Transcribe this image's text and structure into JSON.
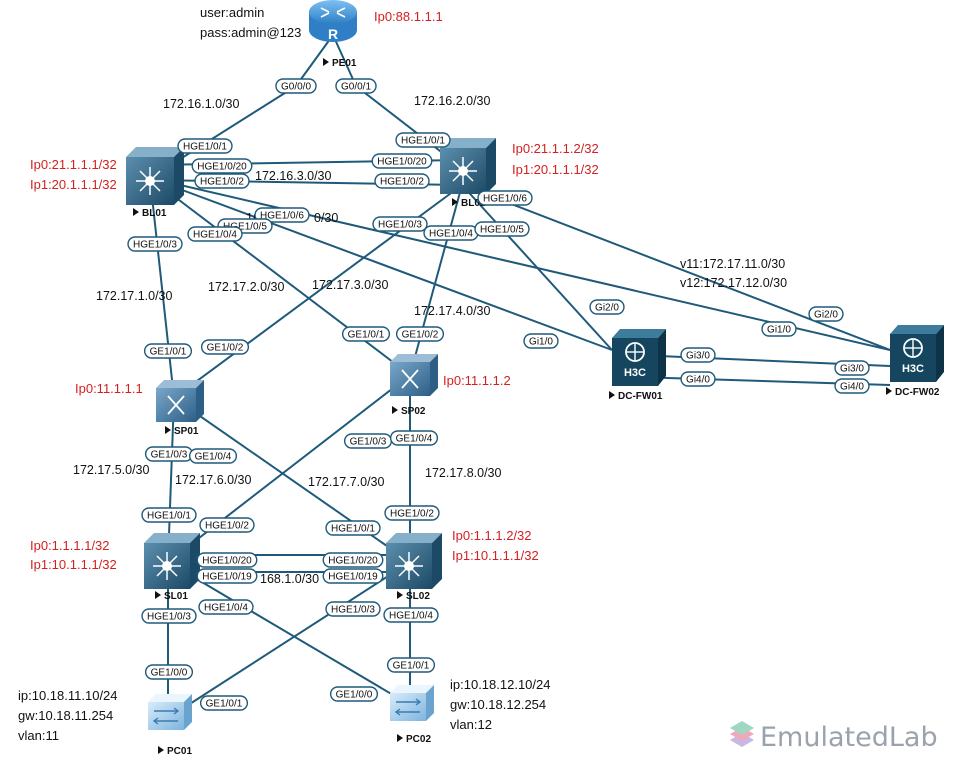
{
  "nodes": [
    {
      "id": "PE01",
      "label": "PE01",
      "type": "router",
      "icon": "router-icon"
    },
    {
      "id": "BL01",
      "label": "BL01",
      "type": "l3switch",
      "icon": "l3-switch-icon"
    },
    {
      "id": "BL02",
      "label": "BL02",
      "type": "l3switch",
      "icon": "l3-switch-icon"
    },
    {
      "id": "SP01",
      "label": "SP01",
      "type": "router2",
      "icon": "router-icon"
    },
    {
      "id": "SP02",
      "label": "SP02",
      "type": "router2",
      "icon": "router-icon"
    },
    {
      "id": "SL01",
      "label": "SL01",
      "type": "l3switch",
      "icon": "l3-switch-icon"
    },
    {
      "id": "SL02",
      "label": "SL02",
      "type": "l3switch",
      "icon": "l3-switch-icon"
    },
    {
      "id": "PC01",
      "label": "PC01",
      "type": "pcswitch",
      "icon": "switch-icon"
    },
    {
      "id": "PC02",
      "label": "PC02",
      "type": "pcswitch",
      "icon": "switch-icon"
    },
    {
      "id": "DCFW01",
      "label": "DC-FW01",
      "type": "firewall",
      "icon": "firewall-icon",
      "brand": "H3C"
    },
    {
      "id": "DCFW02",
      "label": "DC-FW02",
      "type": "firewall",
      "icon": "firewall-icon",
      "brand": "H3C"
    }
  ],
  "ports": [
    "G0/0/0",
    "G0/0/1",
    "HGE1/0/1",
    "HGE1/0/1",
    "HGE1/0/20",
    "HGE1/0/2",
    "HGE1/0/20",
    "HGE1/0/2",
    "HGE1/0/6",
    "HGE1/0/6",
    "HGE1/0/5",
    "HGE1/0/4",
    "HGE1/0/3",
    "HGE1/0/3",
    "HGE1/0/4",
    "HGE1/0/5",
    "GE1/0/1",
    "GE1/0/2",
    "GE1/0/1",
    "GE1/0/2",
    "Gi2/0",
    "Gi1/0",
    "Gi1/0",
    "Gi2/0",
    "Gi3/0",
    "Gi4/0",
    "Gi3/0",
    "Gi4/0",
    "GE1/0/3",
    "GE1/0/4",
    "GE1/0/3",
    "GE1/0/4",
    "HGE1/0/1",
    "HGE1/0/2",
    "HGE1/0/1",
    "HGE1/0/2",
    "HGE1/0/20",
    "HGE1/0/19",
    "HGE1/0/20",
    "HGE1/0/19",
    "HGE1/0/3",
    "HGE1/0/4",
    "HGE1/0/3",
    "HGE1/0/4",
    "GE1/0/0",
    "GE1/0/1",
    "GE1/0/1",
    "GE1/0/0"
  ],
  "subnets": [
    "172.16.1.0/30",
    "172.16.2.0/30",
    "172.16.3.0/30",
    "16",
    "0/30",
    "172.17.1.0/30",
    "172.17.2.0/30",
    "172.17.3.0/30",
    "172.17.4.0/30",
    "v11:172.17.11.0/30",
    "v12:172.17.12.0/30",
    "172.17.5.0/30",
    "172.17.6.0/30",
    "172.17.7.0/30",
    "172.17.8.0/30",
    "168.1.0/30"
  ],
  "annotations": {
    "pe01_user": "user:admin",
    "pe01_pass": "pass:admin@123",
    "pe01_ip": "Ip0:88.1.1.1",
    "bl01_lo0": "Ip0:21.1.1.1/32",
    "bl01_lo1": "Ip1:20.1.1.1/32",
    "bl02_lo0": "Ip0:21.1.1.2/32",
    "bl02_lo1": "Ip1:20.1.1.1/32",
    "sp01_lo": "Ip0:11.1.1.1",
    "sp02_lo": "Ip0:11.1.1.2",
    "sl01_lo0": "Ip0:1.1.1.1/32",
    "sl01_lo1": "Ip1:10.1.1.1/32",
    "sl02_lo0": "Ip0:1.1.1.2/32",
    "sl02_lo1": "Ip1:10.1.1.1/32",
    "pc01_ip": "ip:10.18.11.10/24",
    "pc01_gw": "gw:10.18.11.254",
    "pc01_vlan": "vlan:11",
    "pc02_ip": "ip:10.18.12.10/24",
    "pc02_gw": "gw:10.18.12.254",
    "pc02_vlan": "vlan:12"
  },
  "watermark": "EmulatedLab",
  "colors": {
    "link": "#1f5a7a",
    "device": "#2c6a8c",
    "router": "#3f95d8",
    "firewall": "#16465f",
    "annotation": "#d42020"
  }
}
